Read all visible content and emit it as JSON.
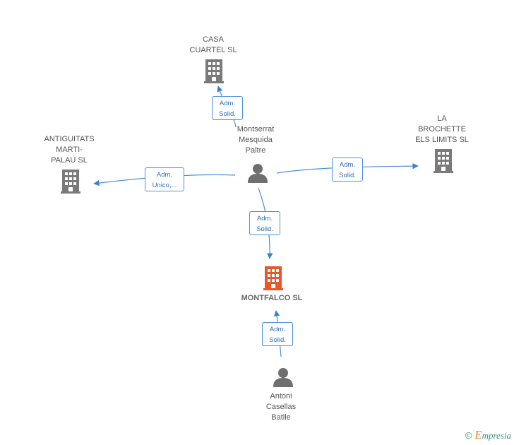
{
  "nodes": {
    "casa": {
      "label": "CASA\nCUARTEL SL"
    },
    "antiguitats": {
      "label": "ANTIGUITATS\nMARTI-\nPALAU SL"
    },
    "brochette": {
      "label": "LA\nBROCHETTE\nELS LIMITS SL"
    },
    "montserrat": {
      "label": "Montserrat\nMesquida\nPaltre"
    },
    "montfalco": {
      "label": "MONTFALCO SL"
    },
    "antoni": {
      "label": "Antoni\nCasellas\nBatlle"
    }
  },
  "relations": {
    "to_casa": "Adm.\nSolid.",
    "to_antiguitats": "Adm.\nUnico,...",
    "to_brochette": "Adm.\nSolid.",
    "to_montfalco": "Adm.\nSolid.",
    "antoni_to_montfalco": "Adm.\nSolid."
  },
  "colors": {
    "building_gray": "#7a7a7a",
    "building_main": "#e8572a",
    "person": "#6f6f6f",
    "edge": "#4a90d9"
  },
  "footer": {
    "copyright": "©",
    "brand_initial": "E",
    "brand_rest": "mpresia"
  }
}
